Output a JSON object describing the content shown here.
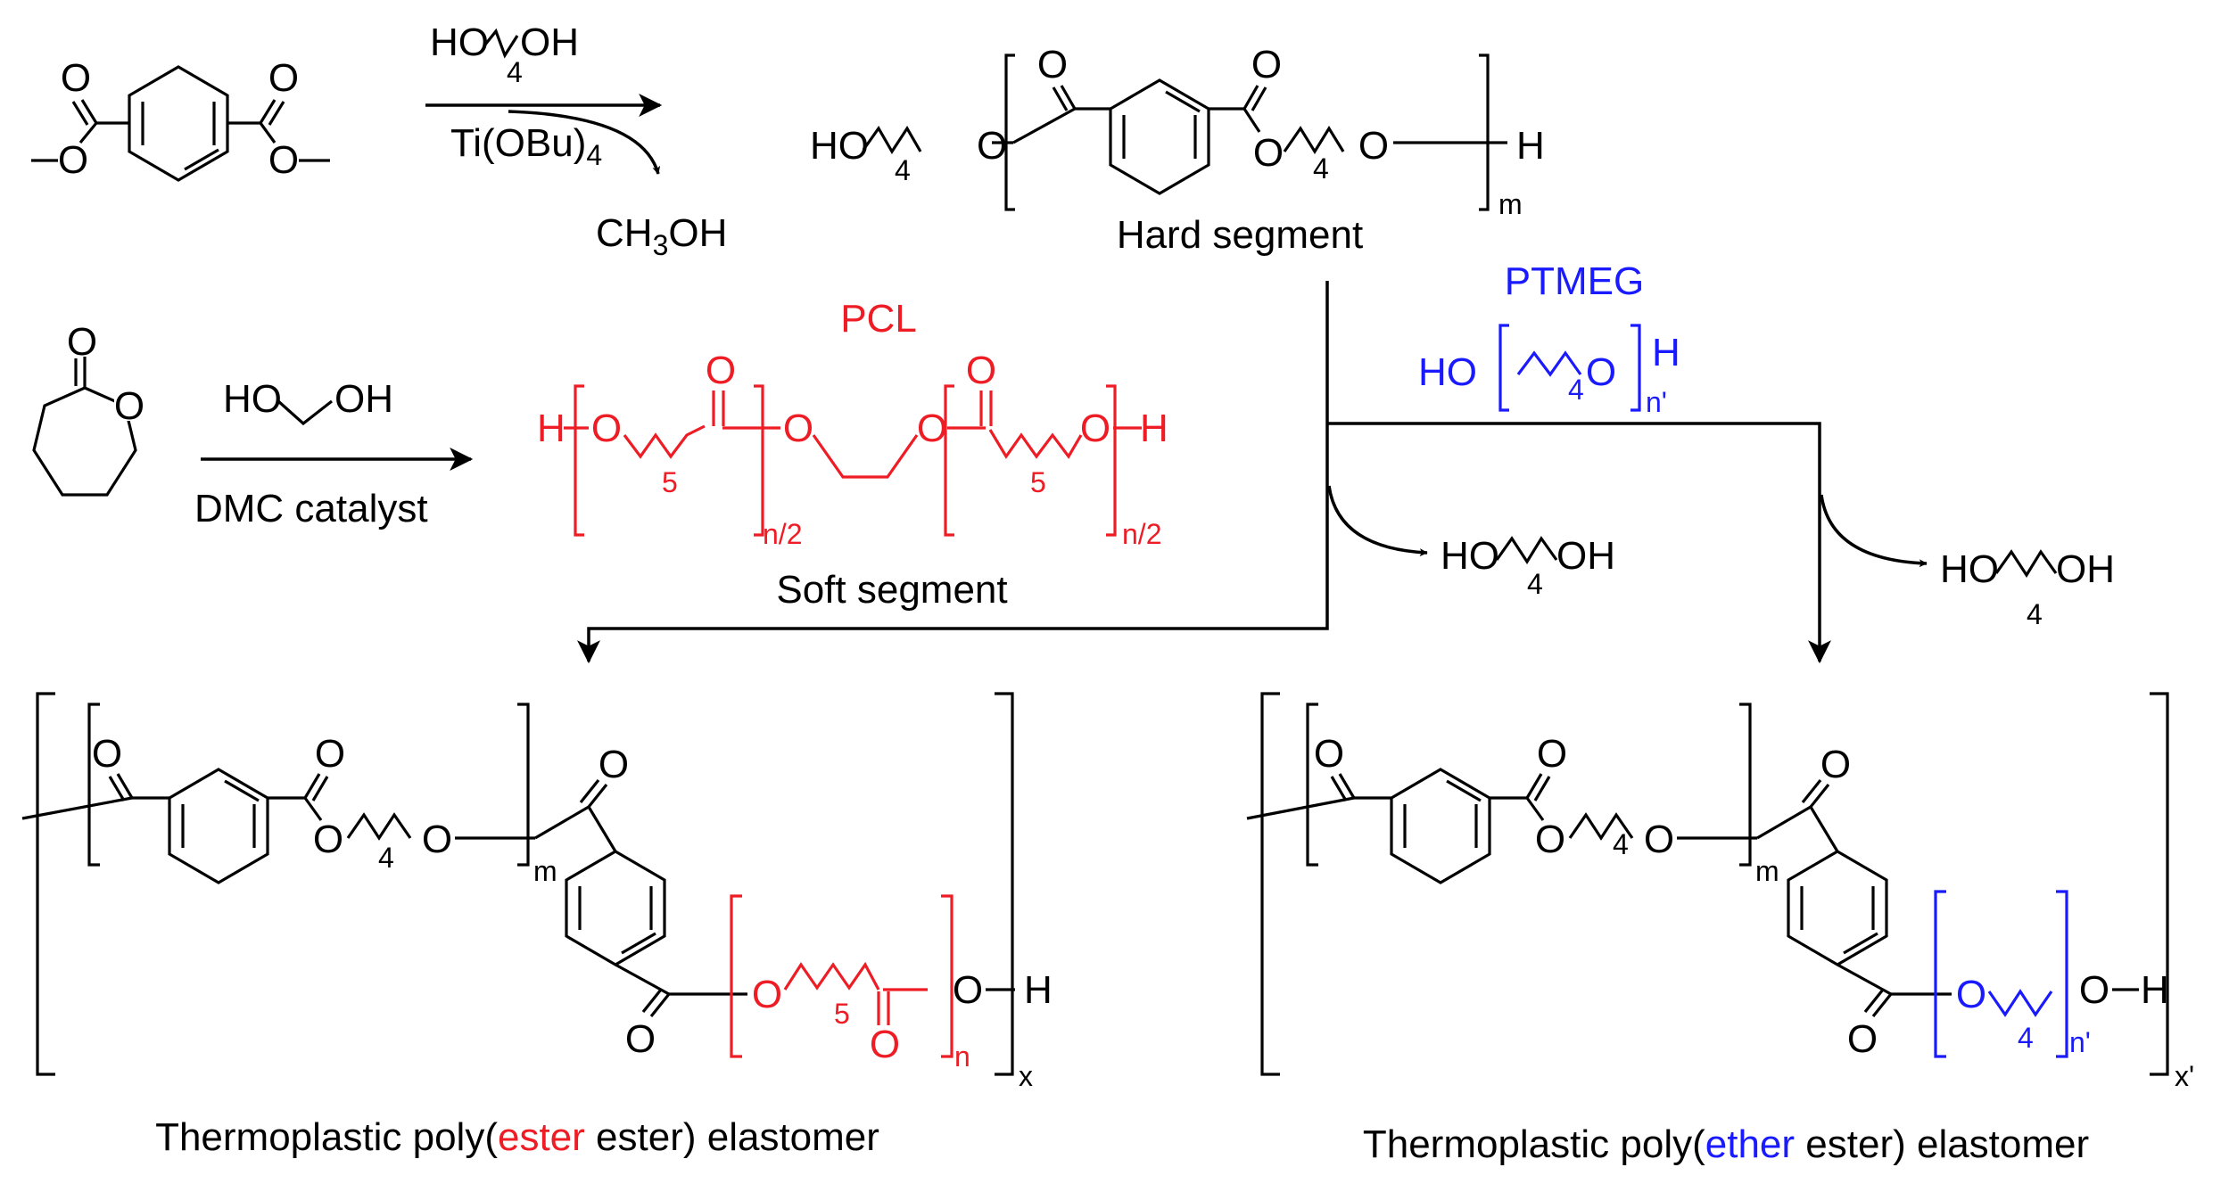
{
  "reaction_1": {
    "reagent_above": {
      "left": "HO",
      "subscript": "4",
      "right": "OH"
    },
    "catalyst_below": {
      "main": "Ti(OBu)",
      "subscript": "4"
    },
    "byproduct": {
      "part1": "CH",
      "subscript": "3",
      "part2": "OH"
    }
  },
  "hard_segment": {
    "label": "Hard segment",
    "end_group_left": "HO",
    "chain_subscript": "4",
    "oxygen": "O",
    "end_group_right": "H",
    "repeat_subscript": "m"
  },
  "reaction_2": {
    "reagent_above": {
      "left": "HO",
      "right": "OH"
    },
    "catalyst_below": "DMC catalyst",
    "ring_oxygen": "O"
  },
  "soft_segment": {
    "name": "PCL",
    "label": "Soft segment",
    "end_h": "H",
    "oxygen": "O",
    "chain_subscript": "5",
    "repeat_subscript": "n/2"
  },
  "ptmeg": {
    "name": "PTMEG",
    "end_group_left": "HO",
    "chain_subscript": "4",
    "oxygen": "O",
    "end_group_right": "H",
    "repeat_subscript": "n'"
  },
  "byproduct_diol": {
    "left": "HO",
    "subscript": "4",
    "right": "OH"
  },
  "product_left": {
    "caption_before": "Thermoplastic poly(",
    "caption_highlight": "ester",
    "caption_after": " ester) elastomer",
    "hard_repeat": "m",
    "chain_subscript": "4",
    "soft_chain_subscript": "5",
    "soft_repeat": "n",
    "outer_repeat": "x",
    "oxygen": "O",
    "end_h": "H"
  },
  "product_right": {
    "caption_before": "Thermoplastic poly(",
    "caption_highlight": "ether",
    "caption_after": " ester) elastomer",
    "hard_repeat": "m",
    "chain_subscript": "4",
    "soft_chain_subscript": "4",
    "soft_repeat": "n'",
    "outer_repeat": "x'",
    "oxygen": "O",
    "end_h": "H"
  },
  "colors": {
    "ester_soft": "#ee1c24",
    "ether_soft": "#1a1aff",
    "default": "#000000"
  }
}
